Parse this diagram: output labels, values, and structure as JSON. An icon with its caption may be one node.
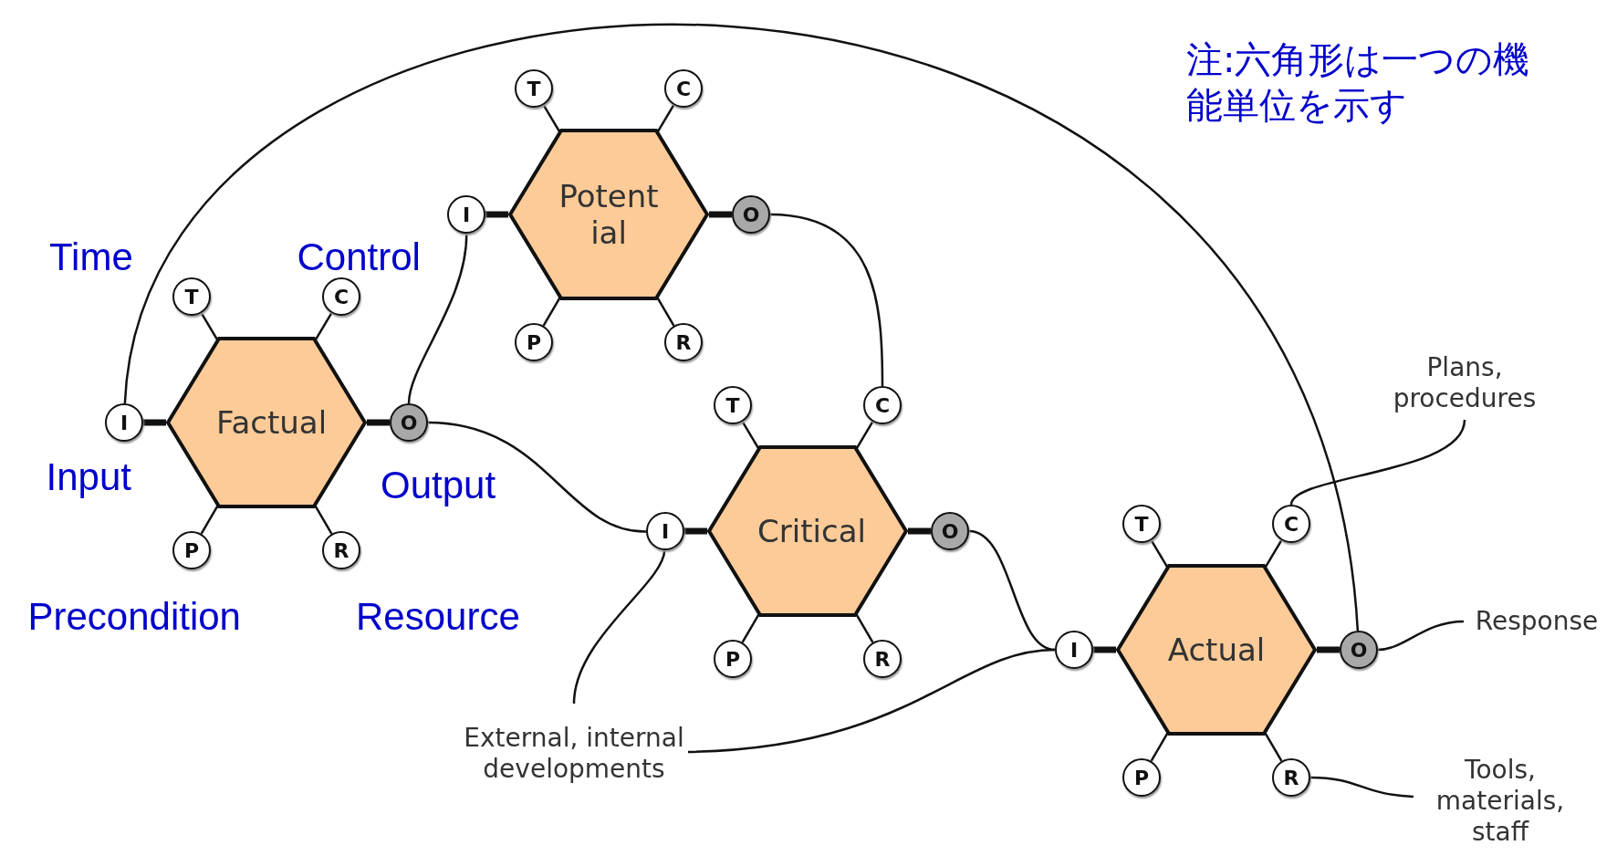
{
  "diagram": {
    "nodes": [
      {
        "text": [
          "Factual"
        ]
      },
      {
        "text": [
          "T"
        ]
      },
      {
        "text": [
          "C"
        ]
      },
      {
        "text": [
          "I"
        ]
      },
      {
        "text": [
          "O"
        ]
      },
      {
        "text": [
          "P"
        ]
      },
      {
        "text": [
          "R"
        ]
      },
      {
        "text": [
          "Potent ial"
        ]
      },
      {
        "text": [
          "T"
        ]
      },
      {
        "text": [
          "C"
        ]
      },
      {
        "text": [
          "I"
        ]
      },
      {
        "text": [
          "O"
        ]
      },
      {
        "text": [
          "P"
        ]
      },
      {
        "text": [
          "R"
        ]
      },
      {
        "text": [
          "Critical"
        ]
      },
      {
        "text": [
          "T"
        ]
      },
      {
        "text": [
          "C"
        ]
      },
      {
        "text": [
          "I"
        ]
      },
      {
        "text": [
          "O"
        ]
      },
      {
        "text": [
          "P"
        ]
      },
      {
        "text": [
          "R"
        ]
      },
      {
        "text": [
          "Actual"
        ]
      },
      {
        "text": [
          "T"
        ]
      },
      {
        "text": [
          "C"
        ]
      },
      {
        "text": [
          "I"
        ]
      },
      {
        "text": [
          "O"
        ]
      },
      {
        "text": [
          "P"
        ]
      },
      {
        "text": [
          "R"
        ]
      },
      {
        "text": [
          "Plans, procedures"
        ]
      },
      {
        "text": [
          "Response"
        ]
      },
      {
        "text": [
          "External, internal developments"
        ]
      },
      {
        "text": [
          "Tools, materials, staff"
        ]
      }
    ],
    "edges": [
      {
        "from": 1,
        "to": 0,
        "arrow": "none"
      },
      {
        "from": 2,
        "to": 0,
        "arrow": "none"
      },
      {
        "from": 3,
        "to": 0,
        "arrow": "none",
        "style": "thick"
      },
      {
        "from": 4,
        "to": 0,
        "arrow": "none",
        "style": "thick"
      },
      {
        "from": 5,
        "to": 0,
        "arrow": "none"
      },
      {
        "from": 6,
        "to": 0,
        "arrow": "none"
      },
      {
        "from": 8,
        "to": 7,
        "arrow": "none"
      },
      {
        "from": 9,
        "to": 7,
        "arrow": "none"
      },
      {
        "from": 10,
        "to": 7,
        "arrow": "none",
        "style": "thick"
      },
      {
        "from": 11,
        "to": 7,
        "arrow": "none",
        "style": "thick"
      },
      {
        "from": 12,
        "to": 7,
        "arrow": "none"
      },
      {
        "from": 13,
        "to": 7,
        "arrow": "none"
      },
      {
        "from": 15,
        "to": 14,
        "arrow": "none"
      },
      {
        "from": 16,
        "to": 14,
        "arrow": "none"
      },
      {
        "from": 17,
        "to": 14,
        "arrow": "none",
        "style": "thick"
      },
      {
        "from": 18,
        "to": 14,
        "arrow": "none",
        "style": "thick"
      },
      {
        "from": 19,
        "to": 14,
        "arrow": "none"
      },
      {
        "from": 20,
        "to": 14,
        "arrow": "none"
      },
      {
        "from": 22,
        "to": 21,
        "arrow": "none"
      },
      {
        "from": 23,
        "to": 21,
        "arrow": "none"
      },
      {
        "from": 24,
        "to": 21,
        "arrow": "none",
        "style": "thick"
      },
      {
        "from": 25,
        "to": 21,
        "arrow": "none",
        "style": "thick"
      },
      {
        "from": 26,
        "to": 21,
        "arrow": "none"
      },
      {
        "from": 27,
        "to": 21,
        "arrow": "none"
      },
      {
        "from": 4,
        "to": 10,
        "arrow": "none"
      },
      {
        "from": 4,
        "to": 17,
        "arrow": "none"
      },
      {
        "from": 11,
        "to": 16,
        "arrow": "none"
      },
      {
        "from": 18,
        "to": 24,
        "arrow": "none"
      },
      {
        "from": 25,
        "to": 3,
        "arrow": "none"
      },
      {
        "from": 28,
        "to": 23,
        "arrow": "none"
      },
      {
        "from": 25,
        "to": 29,
        "arrow": "none"
      },
      {
        "from": 30,
        "to": 17,
        "arrow": "none"
      },
      {
        "from": 30,
        "to": 24,
        "arrow": "none"
      },
      {
        "from": 27,
        "to": 31,
        "arrow": "none"
      }
    ],
    "labels": [
      "注:六角形は一つの機能単位を示す",
      "Time",
      "Control",
      "Input",
      "Output",
      "Precondition",
      "Resource"
    ]
  }
}
